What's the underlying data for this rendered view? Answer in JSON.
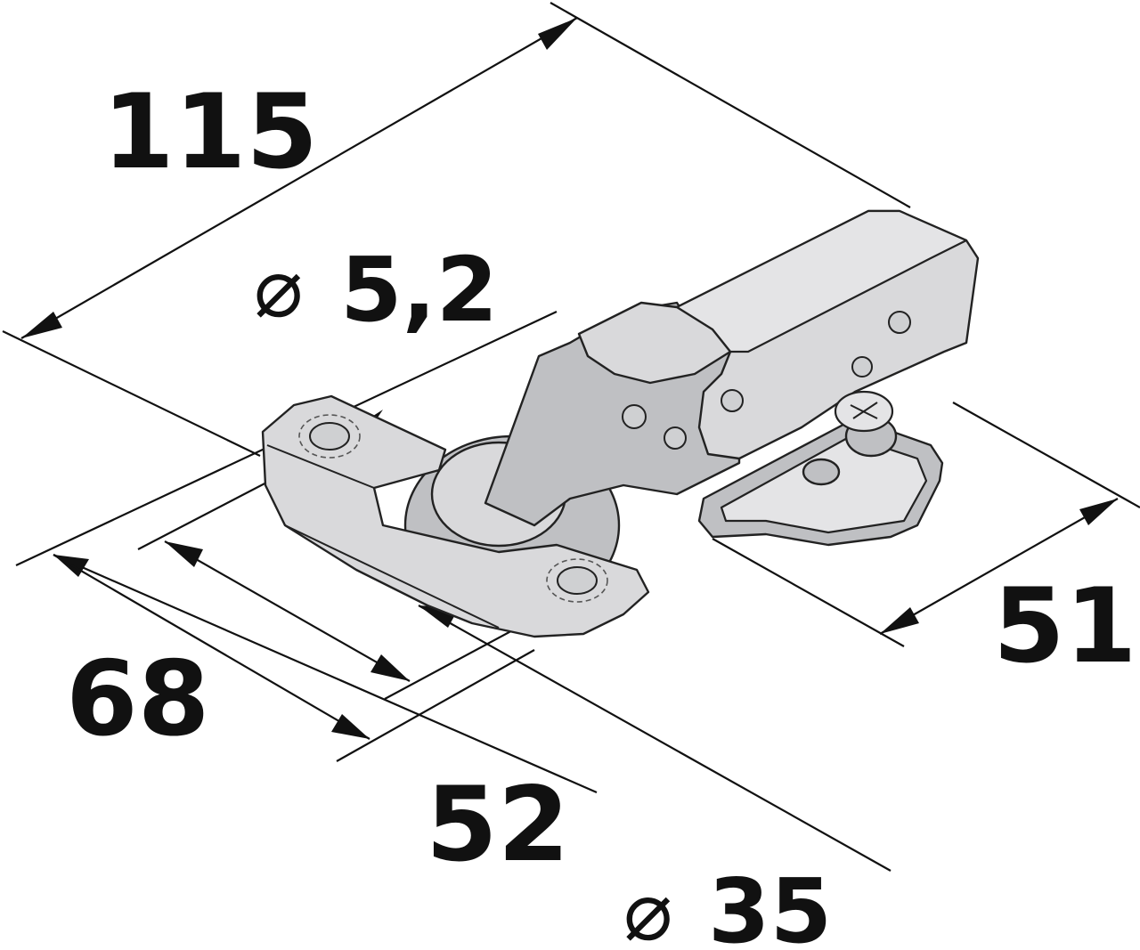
{
  "dimensions": {
    "overall_length": "115",
    "screw_hole_diameter_symbol": "⌀",
    "screw_hole_diameter": "5,2",
    "depth_68": "68",
    "depth_52": "52",
    "height_51": "51",
    "cup_diameter_symbol": "⌀",
    "cup_diameter": "35"
  },
  "colors": {
    "line": "#111111",
    "part_fill": "#d9d9db",
    "part_shadow": "#bfc0c3"
  }
}
